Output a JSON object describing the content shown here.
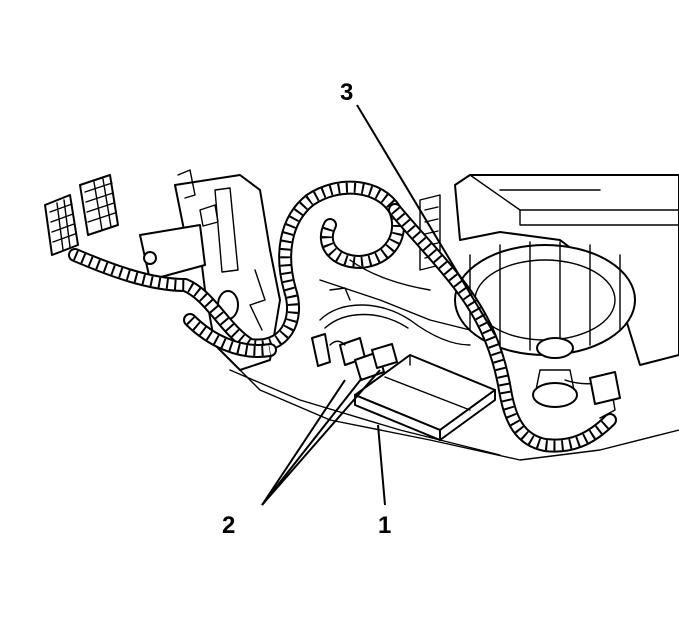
{
  "callouts": {
    "module": "1",
    "connectors": "2",
    "harness": "3"
  },
  "colors": {
    "ink": "#000000",
    "paper": "#ffffff"
  }
}
